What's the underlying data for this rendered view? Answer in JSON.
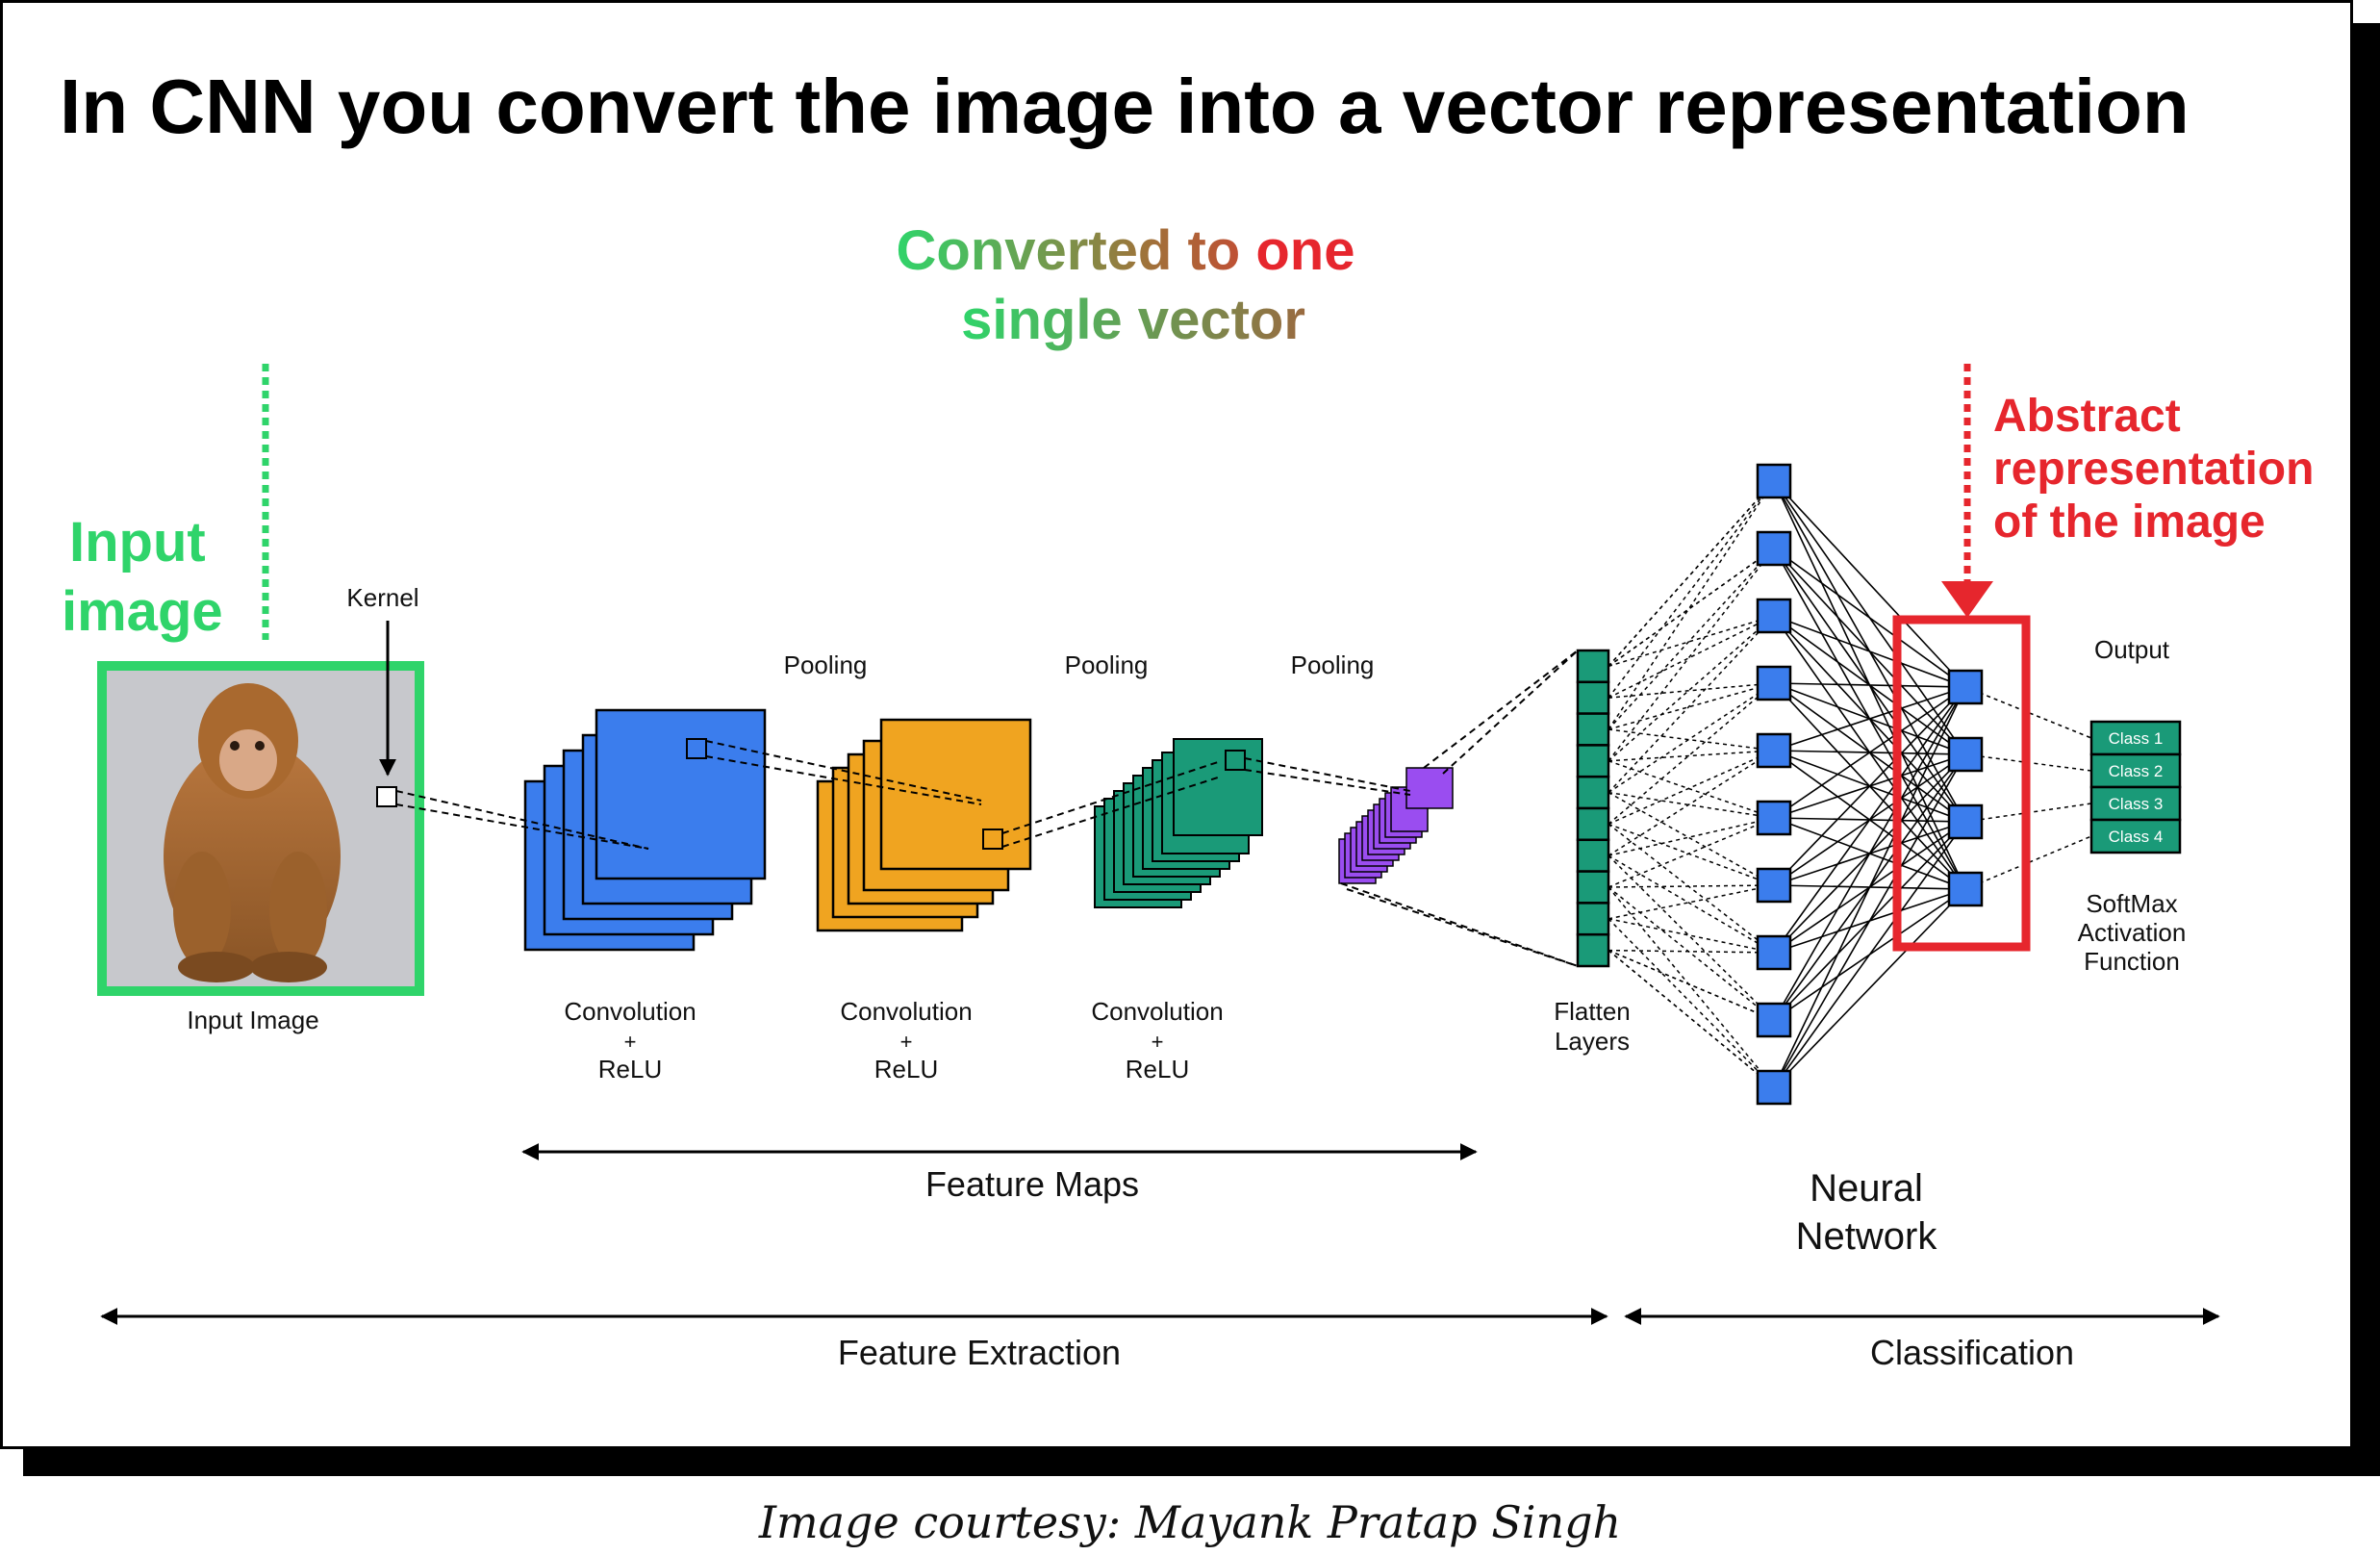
{
  "title": "In CNN you convert the image into a vector representation",
  "annotations": {
    "converted_line1_part1": "Converted to ",
    "converted_line1_part2": "one",
    "converted_line2": "single vector",
    "input_line1": "Input",
    "input_line2": "image",
    "abstract_line1": "Abstract",
    "abstract_line2": "representation",
    "abstract_line3": "of the image"
  },
  "labels": {
    "kernel": "Kernel",
    "input_image": "Input Image",
    "pooling": "Pooling",
    "conv_top": "Convolution",
    "conv_plus": "+",
    "conv_relu": "ReLU",
    "flatten_line1": "Flatten",
    "flatten_line2": "Layers",
    "output": "Output",
    "classes": [
      "Class 1",
      "Class 2",
      "Class 3",
      "Class 4"
    ],
    "softmax_line1": "SoftMax",
    "softmax_line2": "Activation",
    "softmax_line3": "Function",
    "neural_line1": "Neural",
    "neural_line2": "Network",
    "feature_maps": "Feature Maps",
    "feature_extraction": "Feature Extraction",
    "classification": "Classification"
  },
  "credit": "Image courtesy: Mayank Pratap Singh",
  "colors": {
    "green": "#2fd46a",
    "red": "#e6262d",
    "blue": "#3b7ded",
    "orange": "#f0a420",
    "teal": "#1a9a78",
    "purple": "#9a4df0",
    "node": "#3b7ded"
  }
}
